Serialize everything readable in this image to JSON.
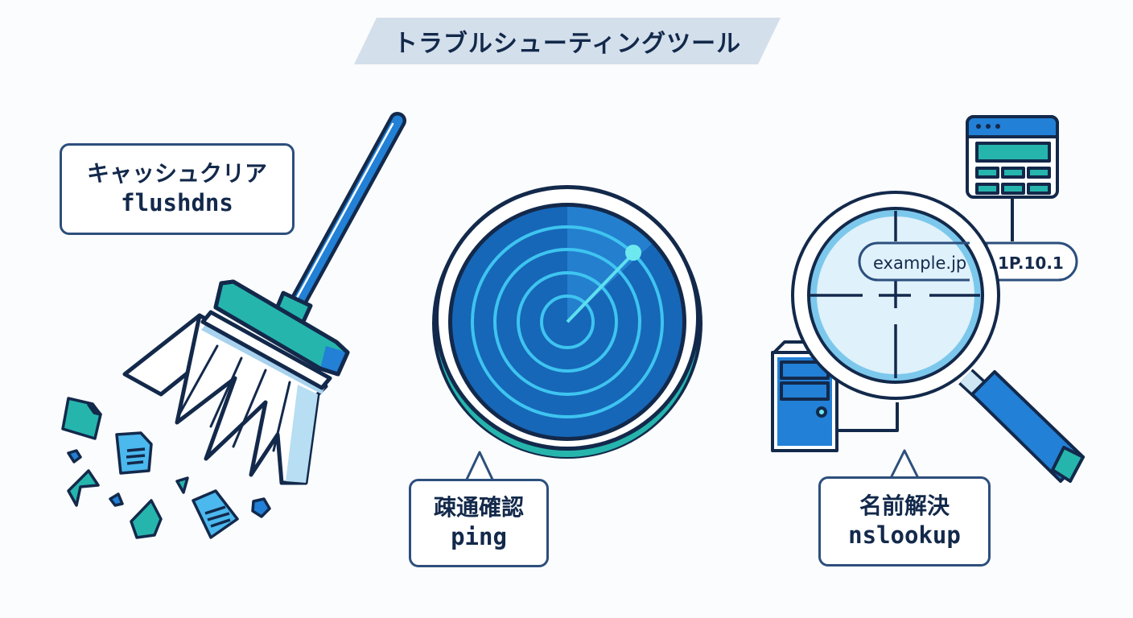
{
  "title": "トラブルシューティングツール",
  "colors": {
    "background": "#fbfcfd",
    "banner": "#d3dfeb",
    "outline": "#13294b",
    "box_border": "#2c4f7c",
    "blue": "#1f7fd6",
    "deep_blue": "#1667b8",
    "teal": "#26b5ad",
    "light_blue": "#b7def2",
    "cyan": "#3ec4f0"
  },
  "tools": [
    {
      "id": "flushdns",
      "icon": "broom-icon",
      "label_jp": "キャッシュクリア",
      "command": "flushdns"
    },
    {
      "id": "ping",
      "icon": "radar-icon",
      "label_jp": "疎通確認",
      "command": "ping"
    },
    {
      "id": "nslookup",
      "icon": "magnifier-icon",
      "label_jp": "名前解決",
      "command": "nslookup"
    }
  ],
  "nslookup_diagram": {
    "domain": "example.jp",
    "ip": "1P.10.1"
  }
}
